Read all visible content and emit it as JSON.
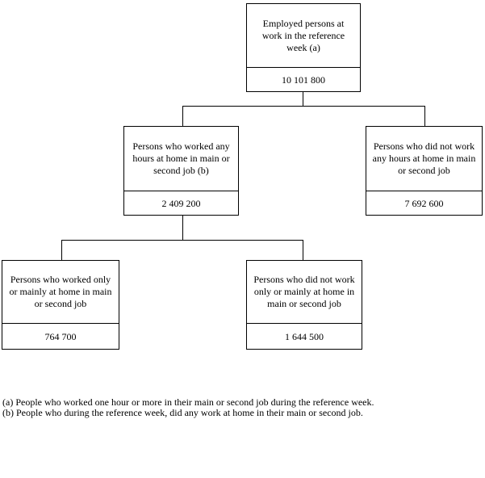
{
  "diagram": {
    "tree": {
      "label": "Employed persons at\nwork in the reference\nweek (a)",
      "value": "10 101 800",
      "children": [
        {
          "label": "Persons who worked any\nhours at home in main or\nsecond job (b)",
          "value": "2 409 200",
          "children": [
            {
              "label": "Persons who worked only\nor mainly at home in main\nor second job",
              "value": "764 700",
              "children": []
            },
            {
              "label": "Persons who did not work\nonly or mainly at home in\nmain or second job",
              "value": "1 644 500",
              "children": []
            }
          ]
        },
        {
          "label": "Persons who did not work\nany hours at home in main\nor second job",
          "value": "7 692 600",
          "children": []
        }
      ]
    },
    "footnotes": [
      "(a) People who worked one hour or more in their main or second job during the reference week.",
      "(b) People who during the reference week, did any work at home in their main or second job."
    ],
    "colors": {
      "line": "#000000",
      "background": "#ffffff",
      "text": "#000000"
    }
  }
}
